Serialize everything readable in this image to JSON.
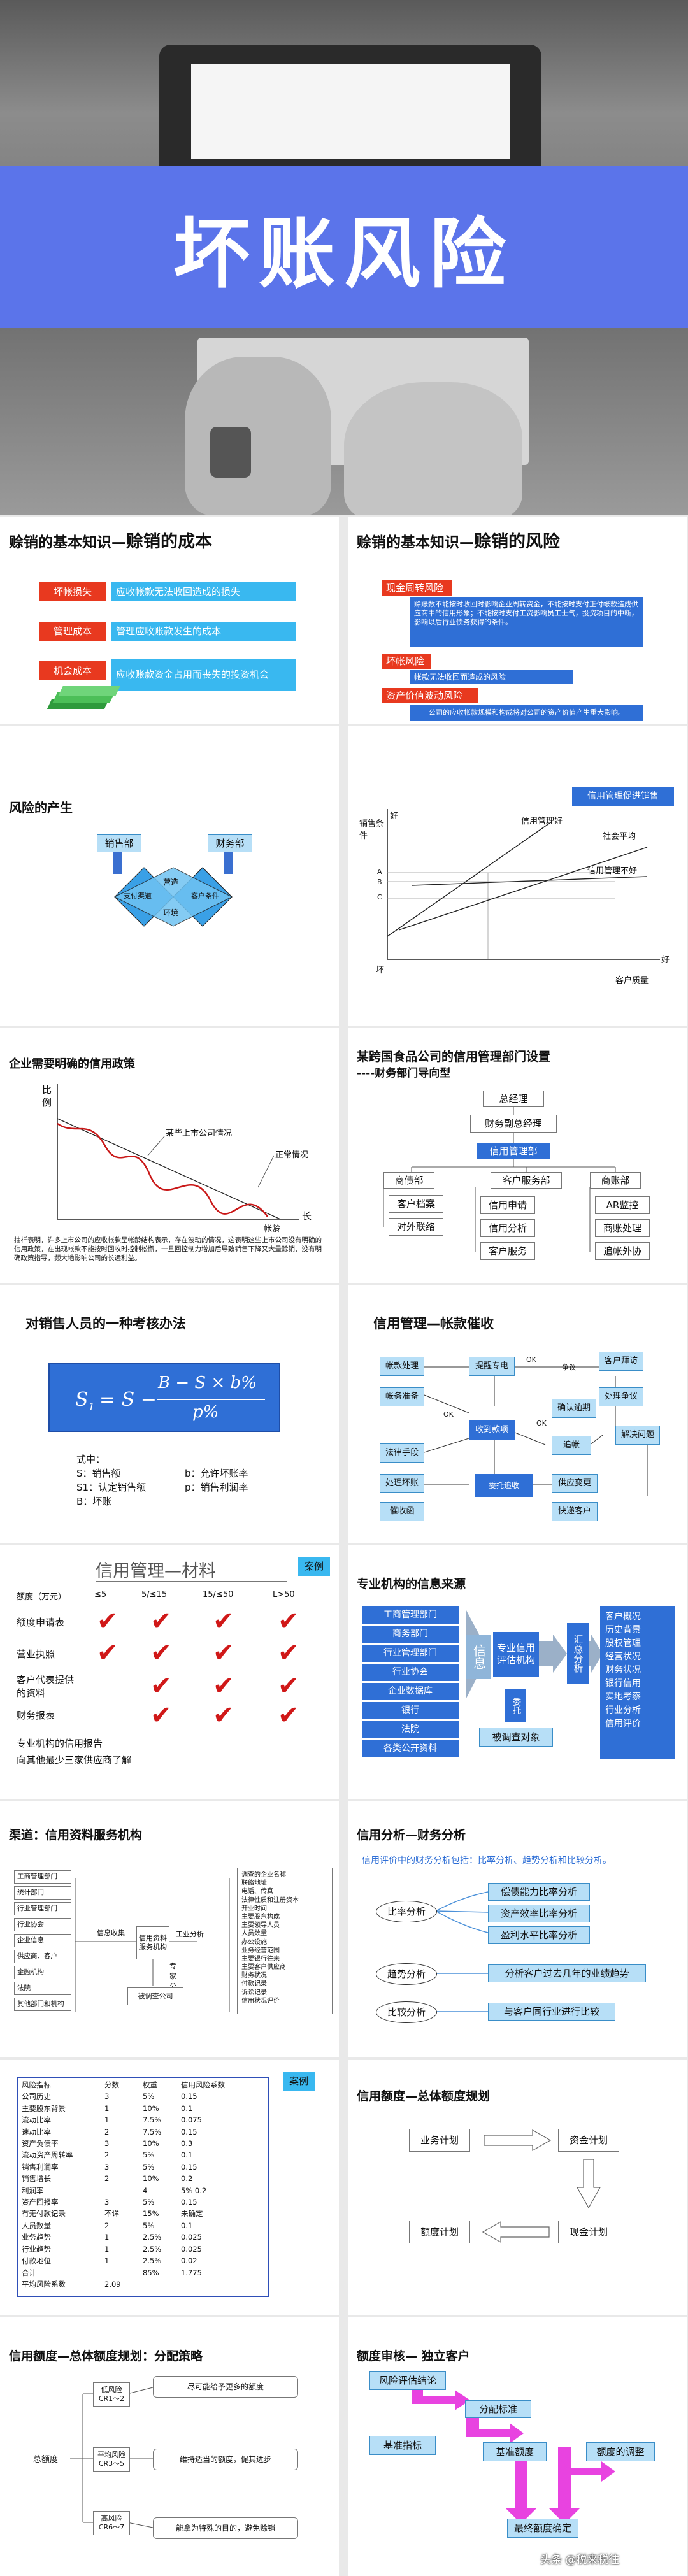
{
  "cover": {
    "title": "坏账风险"
  },
  "p1": {
    "title_prefix": "赊销的基本知识—",
    "title_main": "赊销的成本",
    "rows": [
      {
        "tag": "坏帐损失",
        "desc": "应收帐款无法收回造成的损失"
      },
      {
        "tag": "管理成本",
        "desc": "管理应收账款发生的成本"
      },
      {
        "tag": "机会成本",
        "desc": "应收账款资金占用而丧失的投资机会"
      }
    ]
  },
  "p2": {
    "title_prefix": "赊销的基本知识—",
    "title_main": "赊销的风险",
    "items": [
      {
        "tag": "现金周转风险",
        "desc": "赊账数不能按时收回时影响企业周转资金，不能按时支付正付帐款造成供应商中的信用形象；不能按时支付工资影响员工士气，投资项目的中断，影响以后行业债务获得的条件。"
      },
      {
        "tag": "坏帐风险",
        "desc": "帐款无法收回而造成的风险"
      },
      {
        "tag": "资产价值波动风险",
        "desc": "公司的应收帐款规模和构成将对公司的资产价值产生重大影响。"
      }
    ]
  },
  "p3": {
    "title": "风险的产生",
    "sales": "销售部",
    "finance": "财务部",
    "center_l": "营造",
    "center_m": "环境",
    "center_r": "",
    "left": "支付渠道",
    "right": "客户条件"
  },
  "p4": {
    "tag": "信用管理促进销售",
    "ylabel": "销售条件",
    "top": "好",
    "bottom": "坏",
    "axis_marks": [
      "A",
      "B",
      "C"
    ],
    "xlabel": "客户质量",
    "xend": "好",
    "lines": [
      "信用管理好",
      "社会平均",
      "信用管理不好"
    ]
  },
  "p5": {
    "title": "企业需要明确的信用政策",
    "yl1": "比",
    "yl2": "例",
    "xl": "帐龄",
    "xend": "长",
    "l1": "某些上市公司情况",
    "l2": "正常情况",
    "note": "抽样表明，许多上市公司的应收帐款呈帐龄结构表示，存在波动的情况，这表明这些上市公司没有明确的信用政策，在出现帐款不能按时回收时控制松懈，一旦回控制力增加后导致销售下降又大量赊销，没有明确政策指导，频大地影响公司的长远利益。"
  },
  "p6": {
    "title1": "某跨国食品公司的信用管理部门设置",
    "title2": "----财务部门导向型",
    "top": "总经理",
    "second": "财务副总经理",
    "third": "信用管理部",
    "left_head": "商债部",
    "left_items": [
      "客户档案",
      "对外联络"
    ],
    "mid_head": "客户服务部",
    "mid_items": [
      "信用申请",
      "信用分析",
      "客户服务"
    ],
    "right_head": "商账部",
    "right_items": [
      "AR监控",
      "商账处理",
      "追帐外协"
    ]
  },
  "p7": {
    "title": "对销售人员的一种考核办法",
    "formula_lhs": "S",
    "formula_sub": "1",
    "formula_eq": "= S − ",
    "formula_num": "B − S × b%",
    "formula_den": "p%",
    "legend_head": "式中：",
    "legend": [
      [
        "S：销售额",
        "b：允许坏账率"
      ],
      [
        "S1：认定销售额",
        "p：销售利润率"
      ],
      [
        "B：坏账",
        ""
      ]
    ]
  },
  "p8": {
    "title": "信用管理—帐款催收",
    "nodes": [
      "帐款处理",
      "提醒专电",
      "客户拜访",
      "OK",
      "争议",
      "帐务准备",
      "处理争议",
      "收到款项",
      "确认逾期",
      "法律手段",
      "OK",
      "追帐",
      "OK",
      "解决问题",
      "委托追收",
      "处理坏账",
      "催收函",
      "供应变更",
      "快递客户"
    ]
  },
  "p9": {
    "title": "信用管理—材料",
    "tag": "案例",
    "cols": [
      "≤5",
      "5/≤15",
      "15/≤50",
      "L>50"
    ],
    "row_head": "额度（万元）",
    "rows": [
      {
        "label": "额度申请表",
        "ticks": [
          true,
          true,
          true,
          true
        ]
      },
      {
        "label": "营业执照",
        "ticks": [
          true,
          true,
          true,
          true
        ]
      },
      {
        "label": "客户代表提供的资料",
        "ticks": [
          false,
          true,
          true,
          true
        ]
      },
      {
        "label": "财务报表",
        "ticks": [
          false,
          true,
          true,
          true
        ]
      }
    ],
    "note1": "专业机构的信用报告",
    "note2": "向其他最少三家供应商了解"
  },
  "p10": {
    "title": "专业机构的信息来源",
    "left": [
      "工商管理部门",
      "商务部门",
      "行业管理部门",
      "行业协会",
      "企业数据库",
      "银行",
      "法院",
      "各类公开资料"
    ],
    "info": "信息",
    "agency": "专业信用评估机构",
    "hire": "委托",
    "survey": "被调查对象",
    "analyze": "汇总分析",
    "right": [
      "客户概况",
      "历史背景",
      "股权管理",
      "经营状况",
      "财务状况",
      "银行信用",
      "实地考察",
      "行业分析",
      "信用评价"
    ]
  },
  "p11": {
    "title": "渠道：信用资料服务机构",
    "left": [
      "工商管理部门",
      "统计部门",
      "行业管理部门",
      "行业协会",
      "企业信息",
      "供应商、客户",
      "金融机构",
      "法院",
      "其他部门和机构"
    ],
    "mid1": "信息收集",
    "mid2": "信用资料服务机构",
    "mid3": "工业分析",
    "mid4": "专家分析",
    "mid5": "被调查公司",
    "right": [
      "调查的企业名称",
      "联络地址",
      "电话、传真",
      "法律性质和注册资本",
      "开业时间",
      "主要股东构成",
      "主要领导人员",
      "人员数量",
      "办公设施",
      "业务经营范围",
      "主要银行往来",
      "主要客户供应商",
      "财务状况",
      "付款记录",
      "诉讼记录",
      "信用状况评价"
    ]
  },
  "p12": {
    "title": "信用分析—财务分析",
    "intro": "信用评价中的财务分析包括：比率分析、趋势分析和比较分析。",
    "groups": [
      {
        "head": "比率分析",
        "items": [
          "偿债能力比率分析",
          "资产效率比率分析",
          "盈利水平比率分析"
        ]
      },
      {
        "head": "趋势分析",
        "items": [
          "分析客户过去几年的业绩趋势"
        ]
      },
      {
        "head": "比较分析",
        "items": [
          "与客户同行业进行比较"
        ]
      }
    ]
  },
  "p13": {
    "tag": "案例",
    "header": [
      "风险指标",
      "分数",
      "权重",
      "信用风险系数"
    ],
    "rows": [
      [
        "公司历史",
        "3",
        "5%",
        "0.15"
      ],
      [
        "主要股东背景",
        "1",
        "10%",
        "0.1"
      ],
      [
        "流动比率",
        "1",
        "7.5%",
        "0.075"
      ],
      [
        "速动比率",
        "2",
        "7.5%",
        "0.15"
      ],
      [
        "资产负债率",
        "3",
        "10%",
        "0.3"
      ],
      [
        "流动资产周转率",
        "2",
        "5%",
        "0.1"
      ],
      [
        "销售利润率",
        "3",
        "5%",
        "0.15"
      ],
      [
        "销售增长",
        "2",
        "10%",
        "0.2"
      ],
      [
        "利润率",
        "",
        "4",
        "5%   0.2"
      ],
      [
        "资产回报率",
        "3",
        "5%",
        "0.15"
      ],
      [
        "有无付款记录",
        "不详",
        "15%",
        "未确定"
      ],
      [
        "人员数量",
        "2",
        "5%",
        "0.1"
      ],
      [
        "业务趋势",
        "1",
        "2.5%",
        "0.025"
      ],
      [
        "行业趋势",
        "1",
        "2.5%",
        "0.025"
      ],
      [
        "付款地位",
        "1",
        "2.5%",
        "0.02"
      ],
      [
        "合计",
        "",
        "85%",
        "1.775"
      ],
      [
        "平均风险系数",
        "2.09",
        "",
        ""
      ]
    ]
  },
  "p14": {
    "title": "信用额度—总体额度规划",
    "steps": [
      "业务计划",
      "资金计划",
      "现金计划",
      "额度计划"
    ]
  },
  "p15": {
    "title": "信用额度—总体额度规划：分配策略",
    "root": "总额度",
    "branches": [
      {
        "label": "低风险 CR1～2",
        "desc": "尽可能给予更多的额度"
      },
      {
        "label": "平均风险 CR3～5",
        "desc": "维持适当的额度，促其进步"
      },
      {
        "label": "高风险 CR6～7",
        "desc": "能拿为特殊的目的，避免赊销"
      }
    ]
  },
  "p16": {
    "title": "额度审核— 独立客户",
    "nodes": [
      "风险评估结论",
      "分配标准",
      "基准指标",
      "基准额度",
      "额度的调整",
      "最终额度确定"
    ],
    "watermark": "头条 @税来税往"
  }
}
